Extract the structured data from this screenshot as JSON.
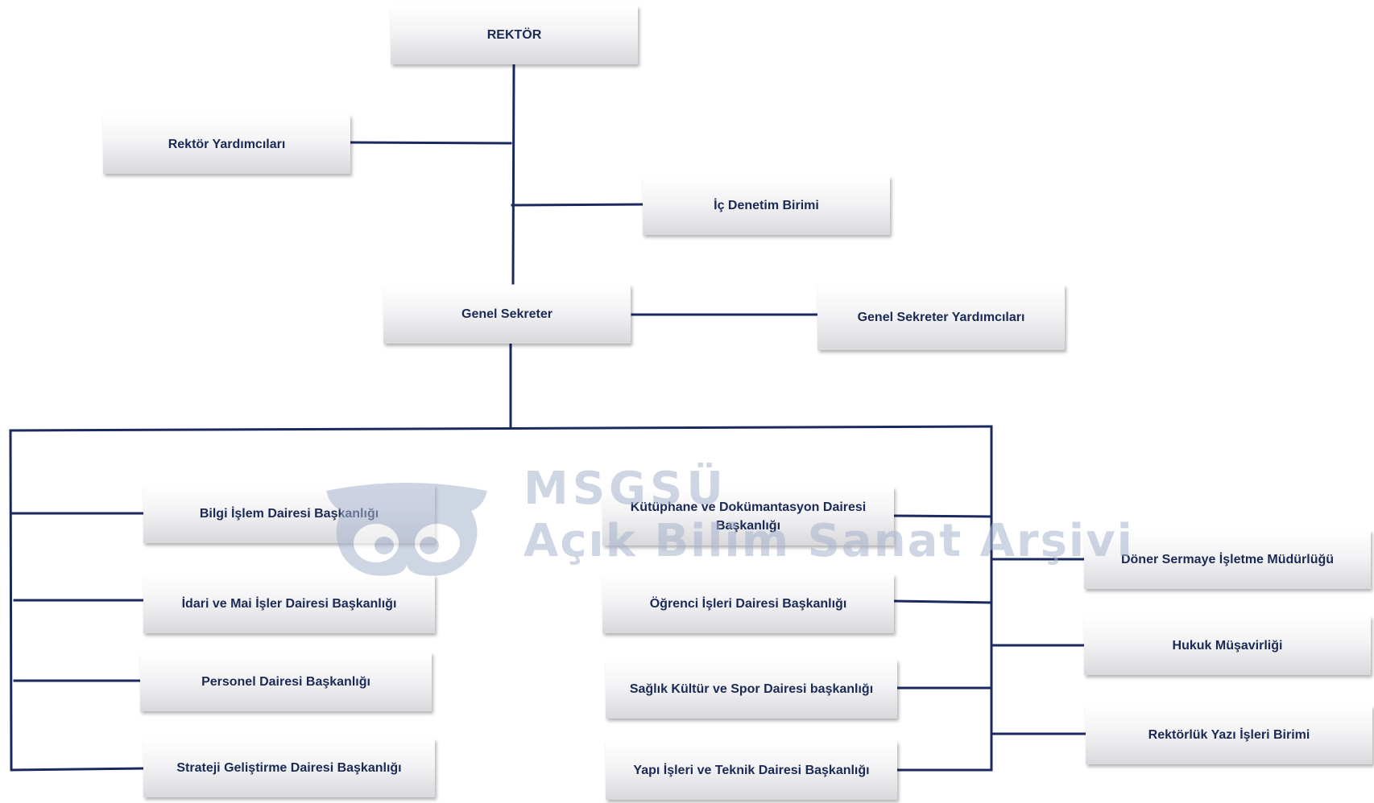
{
  "nodes": {
    "rektor": "REKTÖR",
    "rektor_yardimcilari": "Rektör Yardımcıları",
    "ic_denetim": "İç Denetim Birimi",
    "genel_sekreter": "Genel Sekreter",
    "genel_sekreter_yardimcilari": "Genel Sekreter Yardımcıları",
    "bilgi_islem": "Bilgi İşlem Dairesi Başkanlığı",
    "idari_mali": "İdari ve Mai İşler Dairesi Başkanlığı",
    "personel": "Personel Dairesi Başkanlığı",
    "strateji": "Strateji Geliştirme Dairesi Başkanlığı",
    "kutuphane": "Kütüphane ve Dokümantasyon Dairesi Başkanlığı",
    "ogrenci": "Öğrenci İşleri Dairesi Başkanlığı",
    "saglik": "Sağlık Kültür ve Spor Dairesi başkanlığı",
    "yapi": "Yapı İşleri ve Teknik Dairesi Başkanlığı",
    "doner_sermaye": "Döner Sermaye İşletme Müdürlüğü",
    "hukuk": "Hukuk Müşavirliği",
    "yazi_isleri": "Rektörlük Yazı İşleri Birimi"
  },
  "watermark": {
    "line1": "MSGSÜ",
    "line2": "Açık Bilim Sanat Arşivi"
  },
  "colors": {
    "line": "#1a2a5e",
    "text": "#1a2a55",
    "watermark": "#a7b3cd"
  }
}
